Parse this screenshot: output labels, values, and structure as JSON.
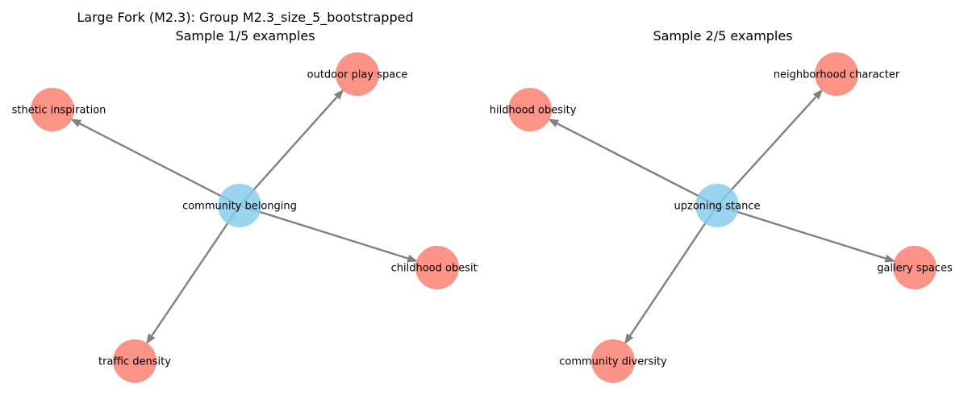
{
  "panels": [
    {
      "title_line1": "Large Fork (M2.3): Group M2.3_size_5_bootstrapped",
      "title_line2": "Sample 1/5 examples",
      "center": "community belonging",
      "leaves": [
        "aesthetic inspiration",
        "outdoor play space",
        "childhood obesity",
        "traffic density"
      ],
      "colors": {
        "center": "#87ceeb",
        "leaf": "#fa8072",
        "edge": "#808080"
      }
    },
    {
      "title_line1": "",
      "title_line2": "Sample 2/5 examples",
      "center": "upzoning stance",
      "leaves": [
        "childhood obesity",
        "neighborhood character",
        "gallery spaces",
        "community diversity"
      ],
      "colors": {
        "center": "#87ceeb",
        "leaf": "#fa8072",
        "edge": "#808080"
      }
    }
  ]
}
